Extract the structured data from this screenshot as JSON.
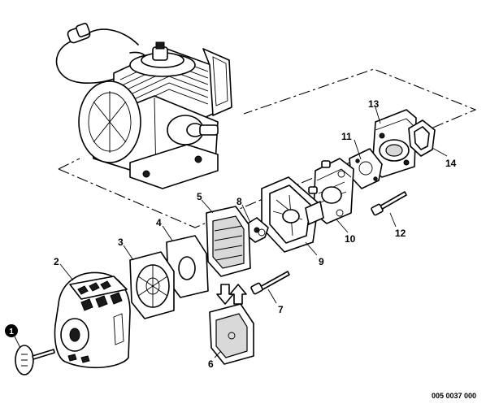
{
  "callouts": {
    "c1": "1",
    "c2": "2",
    "c3": "3",
    "c4": "4",
    "c5": "5",
    "c6": "6",
    "c7": "7",
    "c8": "8",
    "c9": "9",
    "c10": "10",
    "c11": "11",
    "c12": "12",
    "c13": "13",
    "c14": "14"
  },
  "diagram_code": "005 0037 000"
}
